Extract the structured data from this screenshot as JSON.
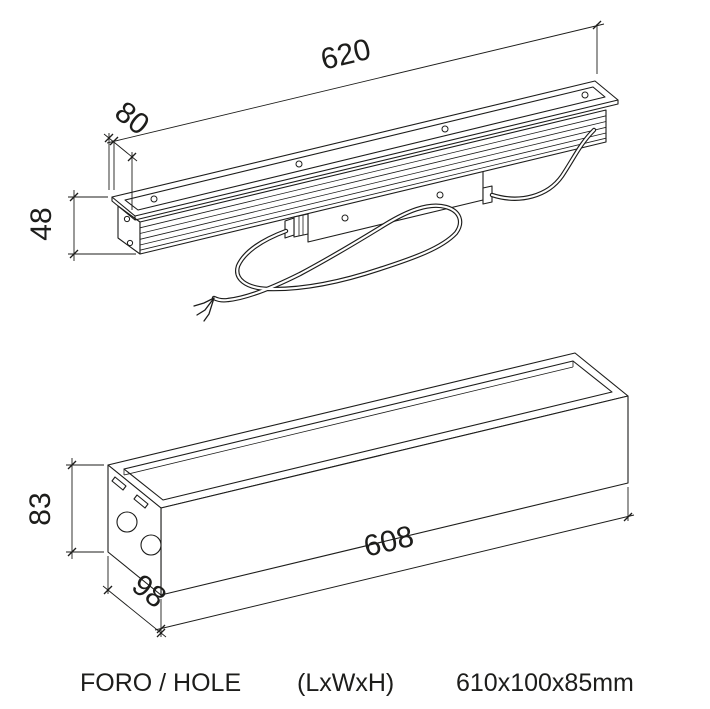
{
  "page": {
    "background": "#ffffff",
    "line_color": "#1d1d1b"
  },
  "top_view": {
    "description": "recessed linear luminaire with trim flange, driver box and supply cable",
    "dimensions": {
      "length": "620",
      "width": "80",
      "height": "48"
    }
  },
  "bottom_view": {
    "description": "recessing housing box with cable knockout holes",
    "dimensions": {
      "length": "608",
      "width": "98",
      "height": "83"
    }
  },
  "footer": {
    "hole_label": "FORO / HOLE",
    "format_label": "(LxWxH)",
    "hole_size": "610x100x85mm"
  }
}
